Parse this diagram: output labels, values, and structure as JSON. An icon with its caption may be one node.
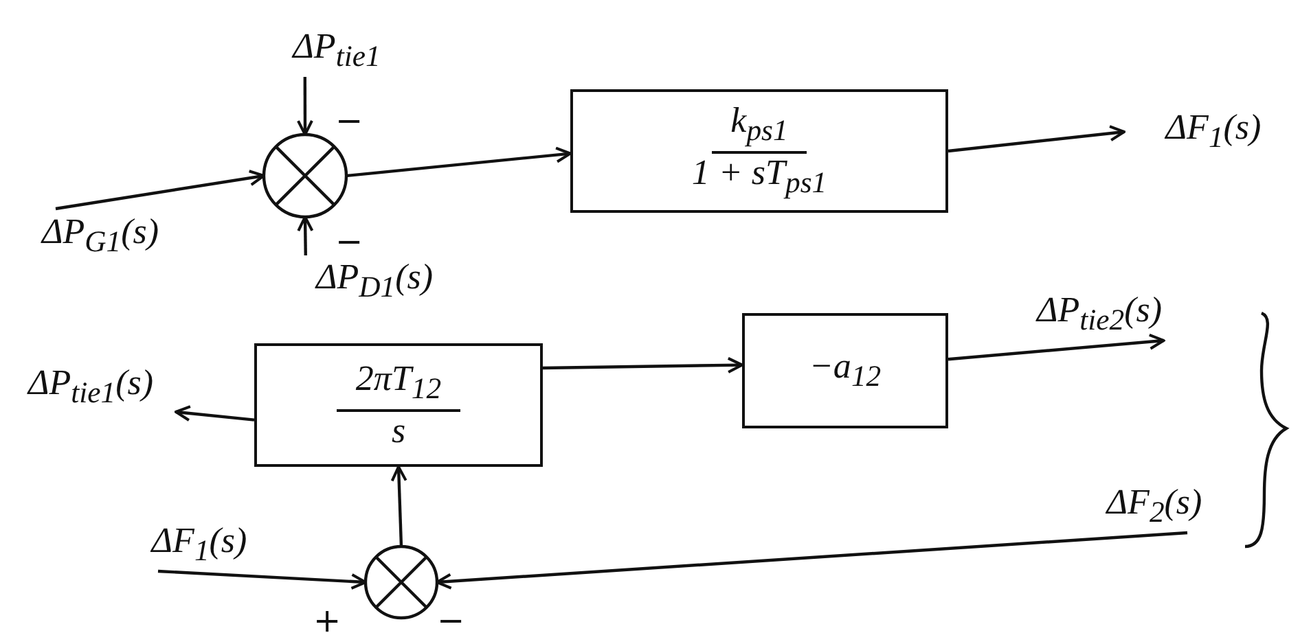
{
  "diagram": {
    "nodes": [
      {
        "text": [
          "ΔP$_{tie1}$"
        ]
      },
      {
        "text": [
          "ΔP$_{G1}$(s)"
        ]
      },
      {
        "text": [],
        "shape": "circle"
      },
      {
        "text": [
          "ΔP$_{D1}$(s)"
        ]
      },
      {
        "text": [
          "k$_{ps1}$",
          "1 + sT$_{ps1}$"
        ]
      },
      {
        "text": [
          "ΔF$_{1}$(s)"
        ]
      },
      {
        "text": [
          "2πT$_{12}$",
          "s"
        ]
      },
      {
        "text": [
          "ΔP$_{tie1}$(s)"
        ]
      },
      {
        "text": [
          "−a$_{12}$"
        ]
      },
      {
        "text": [
          "ΔP$_{tie2}$(s)"
        ]
      },
      {
        "text": [
          "ΔF$_{1}$(s)"
        ]
      },
      {
        "text": [],
        "shape": "circle"
      },
      {
        "text": [
          "ΔF$_{2}$(s)"
        ]
      }
    ],
    "edges": [
      {
        "from": 0,
        "to": 2,
        "arrow": "to"
      },
      {
        "from": 1,
        "to": 2,
        "arrow": "to"
      },
      {
        "from": 3,
        "to": 2,
        "arrow": "to"
      },
      {
        "from": 2,
        "to": 4,
        "arrow": "to"
      },
      {
        "from": 4,
        "to": 5,
        "arrow": "to"
      },
      {
        "from": 6,
        "to": 7,
        "arrow": "to"
      },
      {
        "from": 6,
        "to": 8,
        "arrow": "to"
      },
      {
        "from": 8,
        "to": 9,
        "arrow": "to"
      },
      {
        "from": 10,
        "to": 11,
        "arrow": "to"
      },
      {
        "from": 12,
        "to": 11,
        "arrow": "to"
      },
      {
        "from": 11,
        "to": 6,
        "arrow": "to"
      }
    ],
    "labels": [
      "−",
      "−",
      "+",
      "−"
    ]
  }
}
